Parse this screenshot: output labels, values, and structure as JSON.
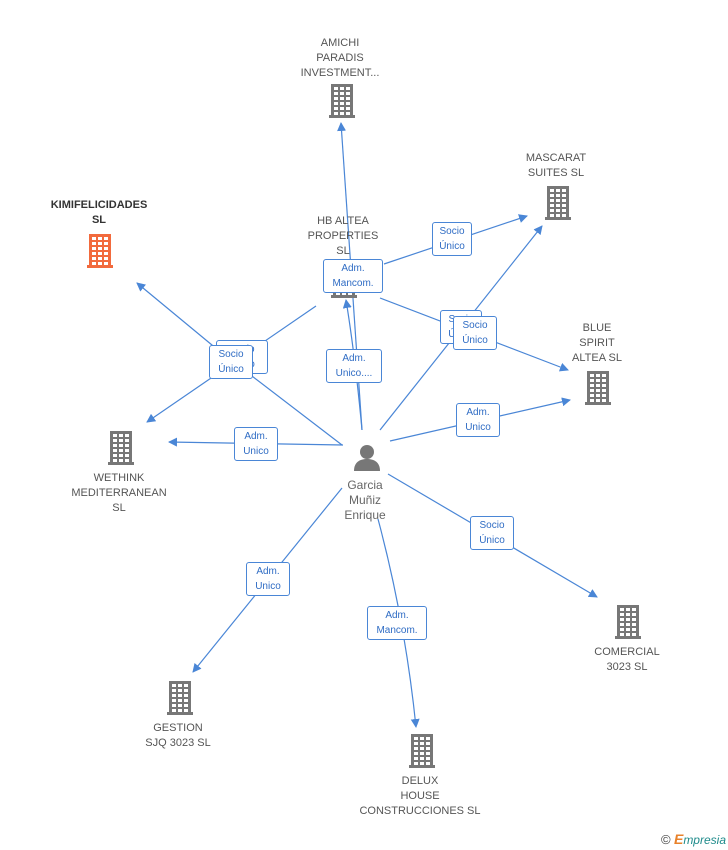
{
  "nodes": [
    {
      "id": "amichi",
      "label": "AMICHI\nPARADIS\nINVESTMENT...",
      "highlight": false
    },
    {
      "id": "mascarat",
      "label": "MASCARAT\nSUITES  SL",
      "highlight": false
    },
    {
      "id": "kimifelicidades",
      "label": "KIMIFELICIDADES\nSL",
      "highlight": true
    },
    {
      "id": "hbaltea",
      "label": "HB ALTEA\nPROPERTIES\nSL",
      "highlight": false
    },
    {
      "id": "bluespirit",
      "label": "BLUE\nSPIRIT\nALTEA  SL",
      "highlight": false
    },
    {
      "id": "wethink",
      "label": "WETHINK\nMEDITERRANEAN\nSL",
      "highlight": false
    },
    {
      "id": "comercial",
      "label": "COMERCIAL\n3023  SL",
      "highlight": false
    },
    {
      "id": "gestion",
      "label": "GESTION\nSJQ 3023  SL",
      "highlight": false
    },
    {
      "id": "delux",
      "label": "DELUX\nHOUSE\nCONSTRUCCIONES SL",
      "highlight": false
    }
  ],
  "person": {
    "label": "Garcia\nMuñiz\nEnrique"
  },
  "edge_labels": [
    {
      "id": "l_mascarat",
      "text": "Socio\nÚnico"
    },
    {
      "id": "l_hb",
      "text": "Adm.\nMancom."
    },
    {
      "id": "l_kimi_back",
      "text": "Socio\nÚnico"
    },
    {
      "id": "l_kimi",
      "text": "Socio\nÚnico"
    },
    {
      "id": "l_amichi",
      "text": "Adm.\nUnico...."
    },
    {
      "id": "l_blue_back",
      "text": "Socio\nÚnico"
    },
    {
      "id": "l_blue",
      "text": "Socio\nÚnico"
    },
    {
      "id": "l_blue2",
      "text": "Adm.\nUnico"
    },
    {
      "id": "l_wethink",
      "text": "Adm.\nUnico"
    },
    {
      "id": "l_comercial",
      "text": "Socio\nÚnico"
    },
    {
      "id": "l_gestion",
      "text": "Adm.\nUnico"
    },
    {
      "id": "l_delux",
      "text": "Adm.\nMancom."
    }
  ],
  "colors": {
    "edge": "#4a86d6",
    "building": "#777777",
    "highlight": "#f26a3d",
    "person": "#777777"
  },
  "footer": {
    "copyright": "©",
    "brand_initial": "E",
    "brand_rest": "mpresia"
  }
}
